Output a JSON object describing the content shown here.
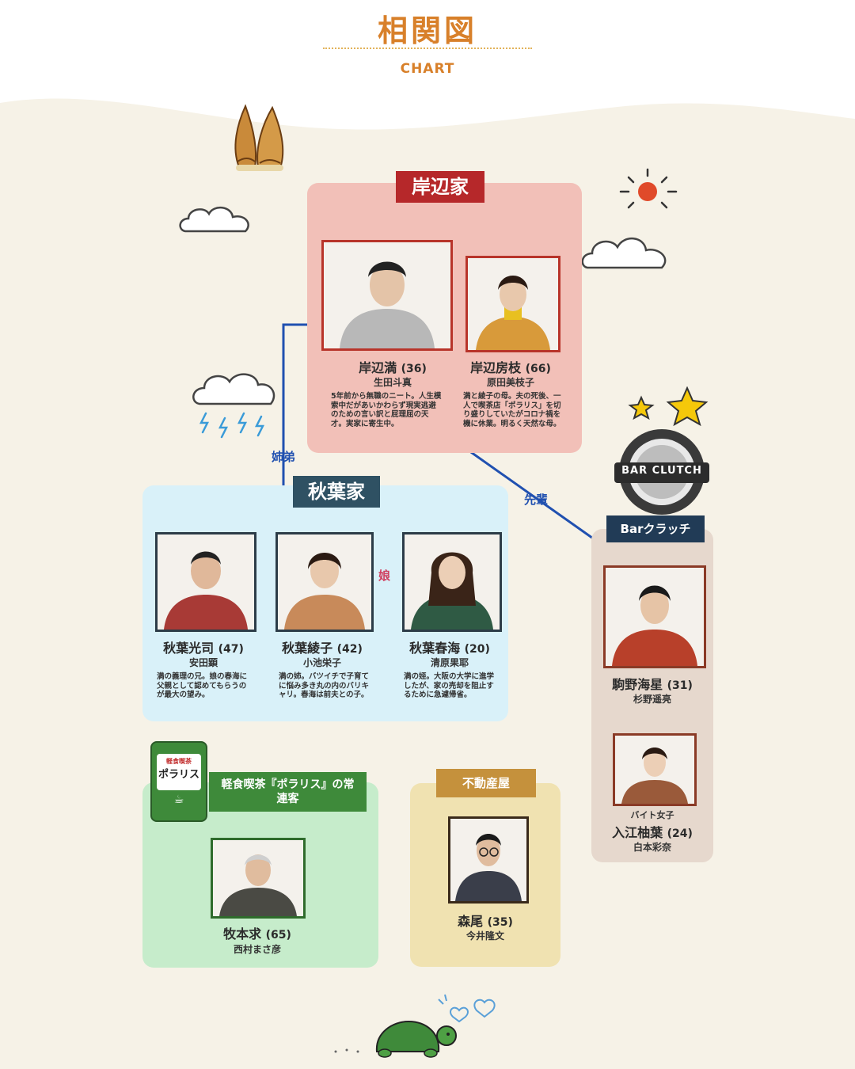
{
  "header": {
    "title": "相関図",
    "subtitle": "CHART"
  },
  "colors": {
    "accent": "#d8802a",
    "kishibe": "#b6282a",
    "akiba": "#2f5163",
    "bar": "#213b56",
    "polaris": "#3e8a3a",
    "fudosan": "#c5913c",
    "relation": "#2050b0",
    "marriage": "#d04060"
  },
  "groups": {
    "kishibe": {
      "label": "岸辺家"
    },
    "akiba": {
      "label": "秋葉家"
    },
    "bar": {
      "label": "Barクラッチ",
      "sign": "BAR CLUTCH"
    },
    "polaris": {
      "label": "軽食喫茶『ポラリス』の常連客",
      "sign_top": "軽食喫茶",
      "sign_main": "ポラリス"
    },
    "fudosan": {
      "label": "不動産屋"
    }
  },
  "relations": {
    "siblings": "姉弟",
    "senpai": "先輩",
    "daughter": "娘"
  },
  "characters": {
    "mitsuru": {
      "name": "岸辺満",
      "age": "(36)",
      "actor": "生田斗真",
      "desc": "5年前から無職のニート。人生模索中だがあいかわらず現実逃避のための言い訳と屁理屈の天才。実家に寄生中。"
    },
    "fusae": {
      "name": "岸辺房枝",
      "age": "(66)",
      "actor": "原田美枝子",
      "desc": "満と綾子の母。夫の死後、一人で喫茶店「ポラリス」を切り盛りしていたがコロナ禍を機に休業。明るく天然な母。"
    },
    "koji": {
      "name": "秋葉光司",
      "age": "(47)",
      "actor": "安田顕",
      "desc": "満の義理の兄。娘の春海に父親として認めてもらうのが最大の望み。"
    },
    "ayako": {
      "name": "秋葉綾子",
      "age": "(42)",
      "actor": "小池栄子",
      "desc": "満の姉。バツイチで子育てに悩み多き丸の内のバリキャリ。春海は前夫との子。"
    },
    "harumi": {
      "name": "秋葉春海",
      "age": "(20)",
      "actor": "清原果耶",
      "desc": "満の姪。大阪の大学に進学したが、家の売却を阻止するために急遽帰省。"
    },
    "komano": {
      "name": "駒野海星",
      "age": "(31)",
      "actor": "杉野遥亮"
    },
    "irie": {
      "role": "バイト女子",
      "name": "入江柚葉",
      "age": "(24)",
      "actor": "白本彩奈"
    },
    "makimoto": {
      "name": "牧本求",
      "age": "(65)",
      "actor": "西村まさ彦"
    },
    "morio": {
      "name": "森尾",
      "age": "(35)",
      "actor": "今井隆文"
    }
  }
}
